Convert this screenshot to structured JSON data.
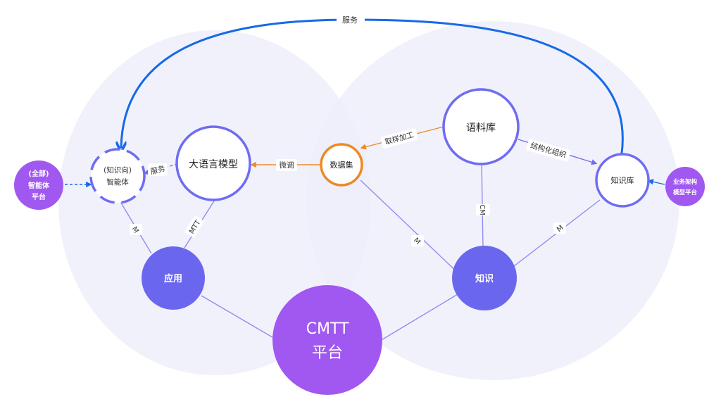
{
  "nodes": {
    "agent": {
      "line1": "(知识向)",
      "line2": "智能体"
    },
    "llm": {
      "label": "大语言模型"
    },
    "dataset": {
      "label": "数据集"
    },
    "corpus": {
      "label": "语料库"
    },
    "kb": {
      "label": "知识库"
    },
    "app": {
      "label": "应用"
    },
    "knowledge": {
      "label": "知识"
    },
    "cmtt": {
      "line1": "CMTT",
      "line2": "平台"
    },
    "all_agent_platform": {
      "line1": "(全部)",
      "line2": "智能体",
      "line3": "平台"
    },
    "biz_platform": {
      "line1": "业务架构",
      "line2": "模型平台"
    }
  },
  "edges": {
    "service_top": "服务",
    "service_left": "服务",
    "finetune": "微调",
    "sampling": "取样加工",
    "structuring": "结构化组织",
    "cm": "CM",
    "m_left": "M",
    "mtt": "MTT",
    "m_mid": "M",
    "m_right": "M"
  },
  "colors": {
    "purple_ring": "#6f6cf2",
    "purple_fill": "#6a67ee",
    "violet": "#a158f0",
    "orange": "#ec8a24",
    "blue": "#1769e8",
    "bubble": "#eeeefb",
    "line": "#8f8df0"
  }
}
